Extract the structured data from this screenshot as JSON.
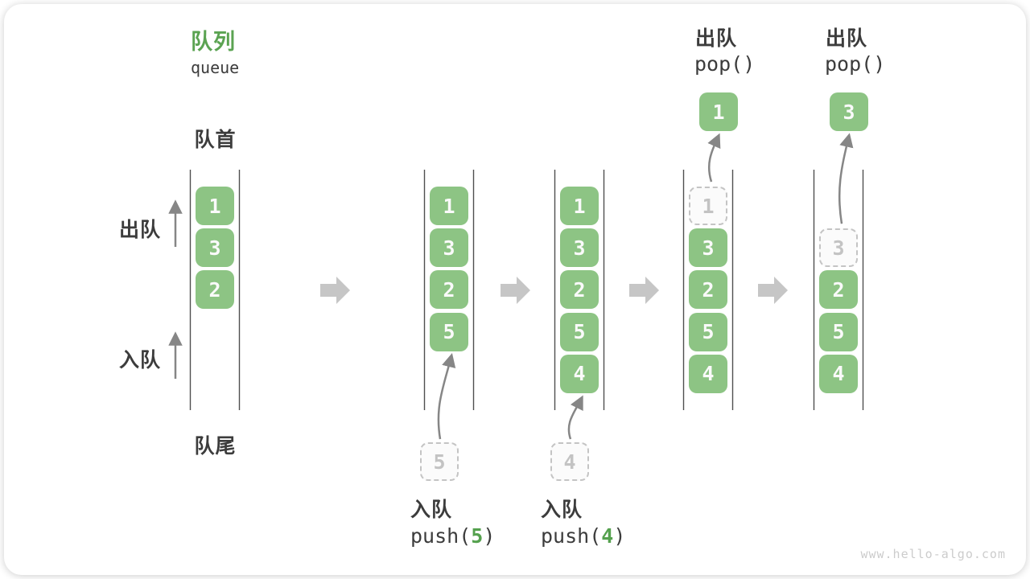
{
  "title": {
    "zh": "队列",
    "en": "queue"
  },
  "side_labels": {
    "front": "队首",
    "rear": "队尾",
    "dequeue": "出队",
    "enqueue": "入队"
  },
  "watermark": "www.hello-algo.com",
  "colors": {
    "box_green": "#8dc484",
    "box_text": "#fafafa",
    "accent_green": "#55a14e",
    "title_green": "#5ba352",
    "text_dark": "#3c3c3c",
    "wall_line": "#4f4f4f",
    "big_arrow": "#c6c6c6",
    "thin_arrow": "#868686",
    "dashed_border": "#c4c4c4",
    "dashed_text": "#c3c3c3",
    "watermark_gray": "#cccccc"
  },
  "states": [
    {
      "boxes": [
        {
          "row": 1,
          "value": "1",
          "variant": "solid"
        },
        {
          "row": 2,
          "value": "3",
          "variant": "solid"
        },
        {
          "row": 3,
          "value": "2",
          "variant": "solid"
        }
      ]
    },
    {
      "boxes": [
        {
          "row": 1,
          "value": "1",
          "variant": "solid"
        },
        {
          "row": 2,
          "value": "3",
          "variant": "solid"
        },
        {
          "row": 3,
          "value": "2",
          "variant": "solid"
        },
        {
          "row": 4,
          "value": "5",
          "variant": "solid"
        }
      ],
      "staged_box": {
        "value": "5"
      },
      "bottom_caption": {
        "op": "入队",
        "code_before": "push(",
        "operand": "5",
        "code_after": ")"
      }
    },
    {
      "boxes": [
        {
          "row": 1,
          "value": "1",
          "variant": "solid"
        },
        {
          "row": 2,
          "value": "3",
          "variant": "solid"
        },
        {
          "row": 3,
          "value": "2",
          "variant": "solid"
        },
        {
          "row": 4,
          "value": "5",
          "variant": "solid"
        },
        {
          "row": 5,
          "value": "4",
          "variant": "solid"
        }
      ],
      "staged_box": {
        "value": "4"
      },
      "bottom_caption": {
        "op": "入队",
        "code_before": "push(",
        "operand": "4",
        "code_after": ")"
      }
    },
    {
      "boxes": [
        {
          "row": 1,
          "value": "1",
          "variant": "dashed"
        },
        {
          "row": 2,
          "value": "3",
          "variant": "solid"
        },
        {
          "row": 3,
          "value": "2",
          "variant": "solid"
        },
        {
          "row": 4,
          "value": "5",
          "variant": "solid"
        },
        {
          "row": 5,
          "value": "4",
          "variant": "solid"
        }
      ],
      "popped_box": {
        "value": "1"
      },
      "top_caption": {
        "op": "出队",
        "code": "pop()"
      }
    },
    {
      "boxes": [
        {
          "row": 2,
          "value": "3",
          "variant": "dashed"
        },
        {
          "row": 3,
          "value": "2",
          "variant": "solid"
        },
        {
          "row": 4,
          "value": "5",
          "variant": "solid"
        },
        {
          "row": 5,
          "value": "4",
          "variant": "solid"
        }
      ],
      "popped_box": {
        "value": "3"
      },
      "top_caption": {
        "op": "出队",
        "code": "pop()"
      }
    }
  ]
}
